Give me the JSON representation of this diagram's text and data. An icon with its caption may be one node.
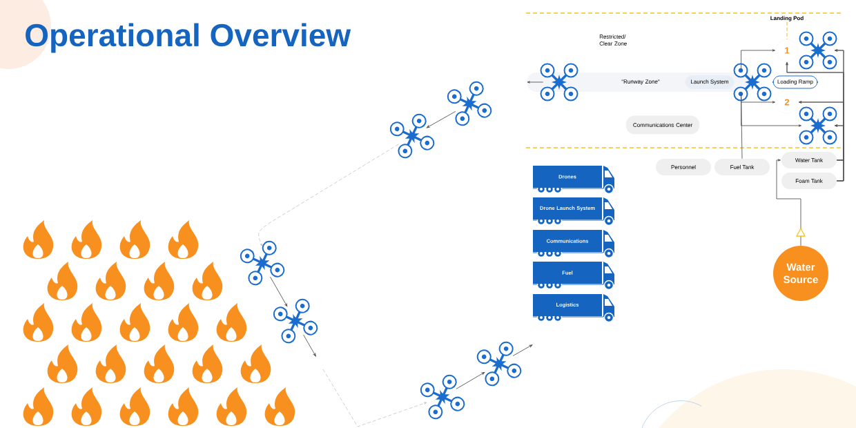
{
  "diagram": {
    "title": "Operational Overview",
    "nodes": [
      {
        "text": [
          "\"Runway Zone\""
        ]
      },
      {
        "text": [
          "Launch System"
        ],
        "in": 0
      },
      {
        "text": [
          "Loading Ramp"
        ]
      },
      {
        "text": [
          "Landing Pod"
        ]
      },
      {
        "text": [
          "1"
        ]
      },
      {
        "text": [
          "2"
        ]
      },
      {
        "text": [
          "Communications Center"
        ]
      },
      {
        "text": [
          "Personnel"
        ]
      },
      {
        "text": [
          "Fuel Tank"
        ]
      },
      {
        "text": [
          "Water Tank"
        ]
      },
      {
        "text": [
          "Foam Tank"
        ]
      },
      {
        "text": [
          "Water Source"
        ]
      },
      {
        "text": [
          "Drones"
        ]
      },
      {
        "text": [
          "Drone Launch System"
        ]
      },
      {
        "text": [
          "Communications"
        ]
      },
      {
        "text": [
          "Fuel"
        ]
      },
      {
        "text": [
          "Logistics"
        ]
      },
      {
        "text": [],
        "shape": "picture"
      },
      {
        "text": [],
        "shape": "picture"
      },
      {
        "text": [],
        "shape": "picture"
      },
      {
        "text": [],
        "shape": "picture"
      },
      {
        "text": [],
        "shape": "picture"
      },
      {
        "text": [],
        "shape": "picture"
      },
      {
        "text": [],
        "shape": "picture"
      },
      {
        "text": [],
        "shape": "picture"
      },
      {
        "text": [],
        "shape": "picture"
      },
      {
        "text": [],
        "shape": "picture"
      }
    ],
    "edges": [
      {
        "from": 17,
        "to": 0,
        "arrow": "to"
      },
      {
        "from": 21,
        "to": 22,
        "arrow": "to"
      },
      {
        "from": 22,
        "to": 23,
        "arrow": "to",
        "style": "dashed",
        "color": "#c8c8c8"
      },
      {
        "from": 23,
        "to": 24,
        "arrow": "to"
      },
      {
        "from": 24,
        "to": null,
        "arrow": "to"
      },
      {
        "from": null,
        "to": 25,
        "arrow": "to",
        "style": "dashed",
        "color": "#c8c8c8"
      },
      {
        "from": 25,
        "to": 26,
        "arrow": "to"
      },
      {
        "from": 26,
        "to": null,
        "arrow": "to"
      },
      {
        "from": 3,
        "to": 4,
        "arrow": "none",
        "style": "dashed",
        "color": "#f5a623"
      },
      {
        "from": 18,
        "to": 4,
        "arrow": "to"
      },
      {
        "from": 18,
        "to": 5,
        "arrow": "to"
      },
      {
        "from": 18,
        "to": 20,
        "arrow": "to"
      },
      {
        "from": 8,
        "to": 18,
        "arrow": "none"
      },
      {
        "from": 9,
        "to": 19,
        "arrow": "to"
      },
      {
        "from": 9,
        "to": 4,
        "arrow": "to"
      },
      {
        "from": 9,
        "to": 5,
        "arrow": "to"
      },
      {
        "from": 9,
        "to": 20,
        "arrow": "to"
      },
      {
        "from": 10,
        "to": 19,
        "arrow": "to"
      },
      {
        "from": 10,
        "to": 4,
        "arrow": "to"
      },
      {
        "from": 10,
        "to": 5,
        "arrow": "to"
      },
      {
        "from": 10,
        "to": 20,
        "arrow": "to"
      },
      {
        "from": 11,
        "to": 9,
        "arrow": "to"
      }
    ],
    "labels": [
      "Restricted/ Clear Zone"
    ]
  }
}
